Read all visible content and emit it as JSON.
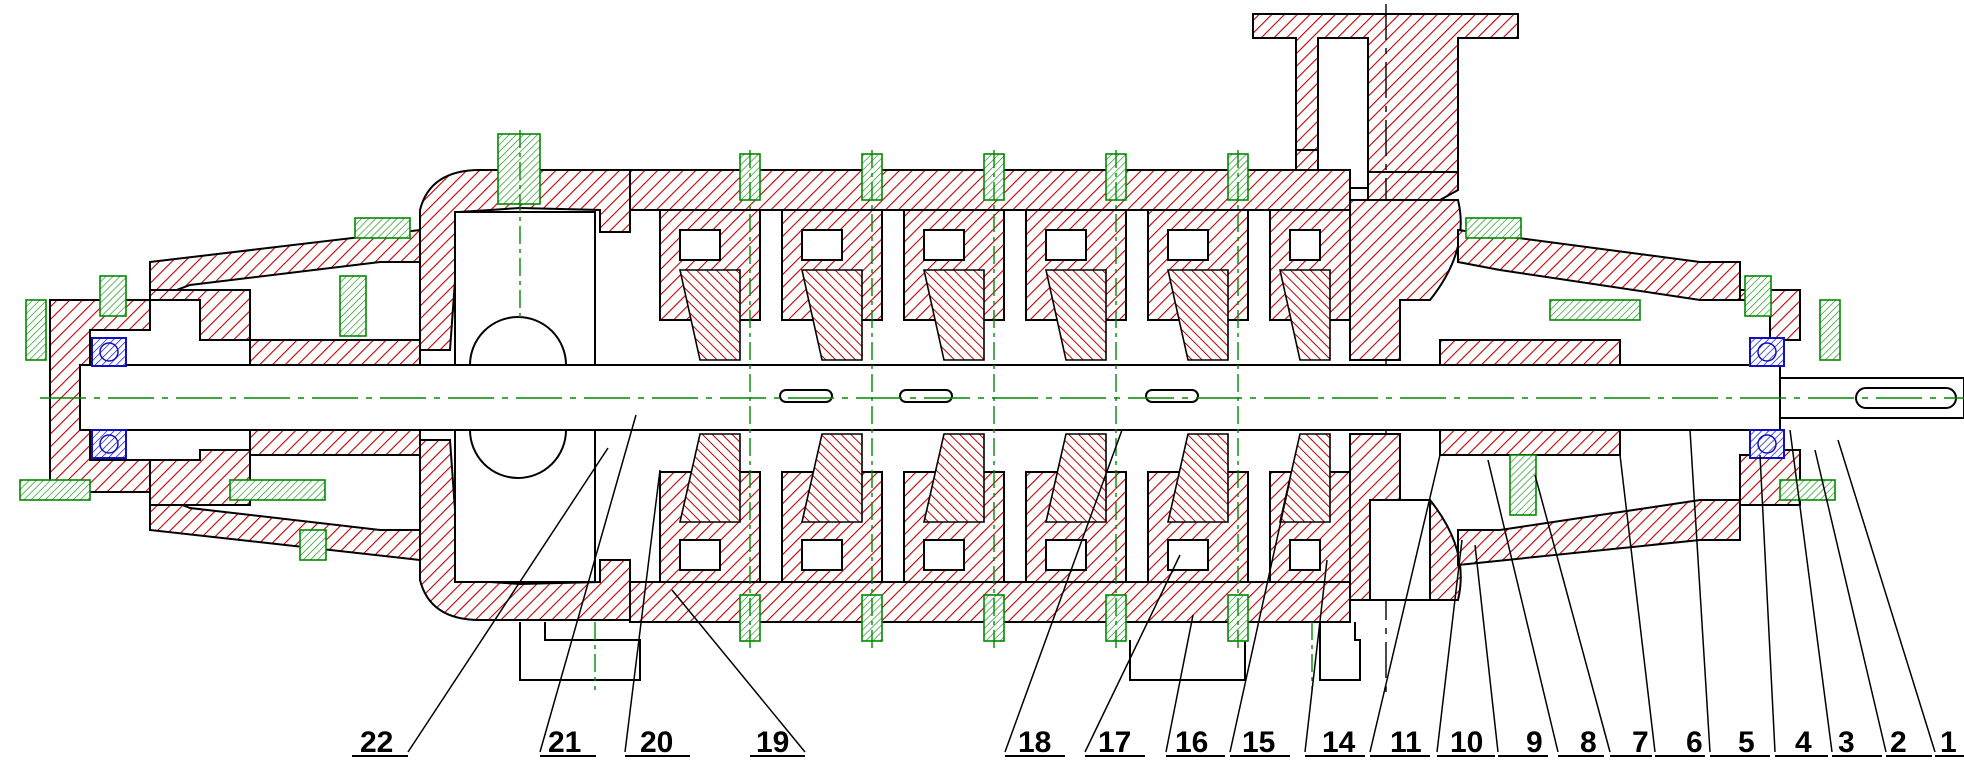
{
  "diagram": {
    "type": "mechanical-section-drawing",
    "colors": {
      "hatch": "#c00000",
      "centerline": "#008a00",
      "bearing": "#1010c0",
      "outline": "#000000"
    },
    "labels": [
      {
        "id": "22",
        "text": "22"
      },
      {
        "id": "21",
        "text": "21"
      },
      {
        "id": "20",
        "text": "20"
      },
      {
        "id": "19",
        "text": "19"
      },
      {
        "id": "18",
        "text": "18"
      },
      {
        "id": "17",
        "text": "17"
      },
      {
        "id": "16",
        "text": "16"
      },
      {
        "id": "15",
        "text": "15"
      },
      {
        "id": "14",
        "text": "14"
      },
      {
        "id": "11",
        "text": "11"
      },
      {
        "id": "10",
        "text": "10"
      },
      {
        "id": "9",
        "text": "9"
      },
      {
        "id": "8",
        "text": "8"
      },
      {
        "id": "7",
        "text": "7"
      },
      {
        "id": "6",
        "text": "6"
      },
      {
        "id": "5",
        "text": "5"
      },
      {
        "id": "4",
        "text": "4"
      },
      {
        "id": "3",
        "text": "3"
      },
      {
        "id": "2",
        "text": "2"
      },
      {
        "id": "1",
        "text": "1"
      }
    ]
  }
}
